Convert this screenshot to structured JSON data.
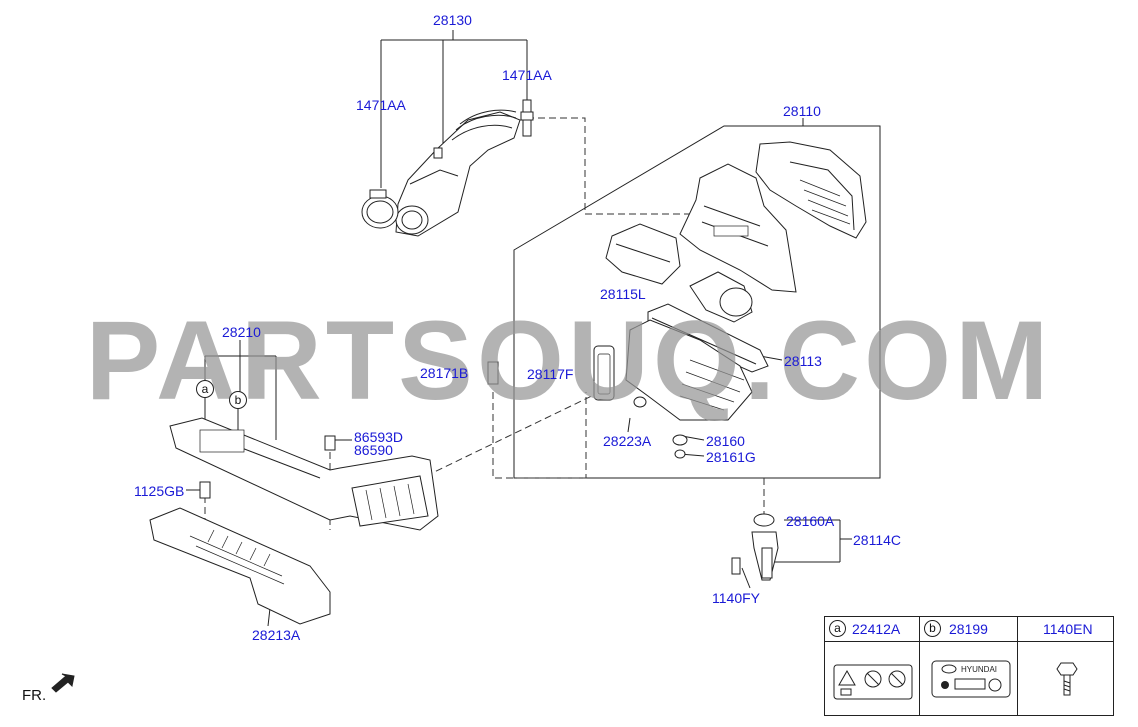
{
  "watermark": "PARTSOUQ.COM",
  "parts": {
    "p28130": "28130",
    "p1471AA_left": "1471AA",
    "p1471AA_right": "1471AA",
    "p28110": "28110",
    "p28115L": "28115L",
    "p28113": "28113",
    "p28117F": "28117F",
    "p28171B": "28171B",
    "p28223A": "28223A",
    "p28160": "28160",
    "p28161G": "28161G",
    "p28210": "28210",
    "p86593D": "86593D",
    "p86590": "86590",
    "p1125GB": "1125GB",
    "p28213A": "28213A",
    "p28160A": "28160A",
    "p28114C": "28114C",
    "p1140FY": "1140FY"
  },
  "callouts": {
    "a": "a",
    "b": "b"
  },
  "legend": {
    "col1_tag": "a",
    "col1_part": "22412A",
    "col2_tag": "b",
    "col2_part": "28199",
    "col3_part": "1140EN",
    "label_brand": "HYUNDAI"
  },
  "front_marker": "FR."
}
